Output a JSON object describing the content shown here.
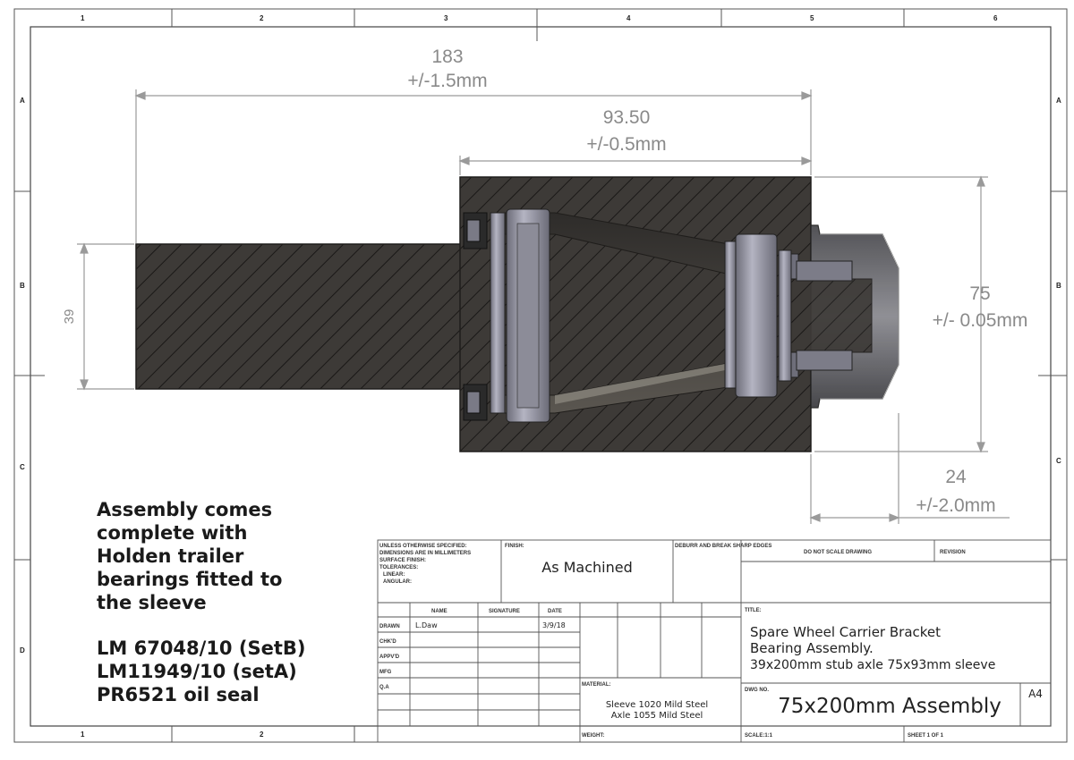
{
  "zones": {
    "columns": [
      "1",
      "2",
      "3",
      "4",
      "5",
      "6"
    ],
    "rows": [
      "A",
      "B",
      "C",
      "D"
    ]
  },
  "dimensions": {
    "overall_length": {
      "value": "183",
      "tolerance": "+/-1.5mm"
    },
    "sleeve_length": {
      "value": "93.50",
      "tolerance": "+/-0.5mm"
    },
    "sleeve_diameter": {
      "value": "75",
      "tolerance": "+/- 0.05mm"
    },
    "axle_diameter": {
      "value": "39"
    },
    "stub_protrusion": {
      "value": "24",
      "tolerance": "+/-2.0mm"
    }
  },
  "notes": {
    "lines": [
      "Assembly comes",
      "complete with",
      "Holden trailer",
      "bearings fitted to",
      "the sleeve"
    ],
    "parts": [
      "LM 67048/10 (SetB)",
      "LM11949/10 (setA)",
      "PR6521 oil seal"
    ]
  },
  "title_block": {
    "general_notes": [
      "UNLESS OTHERWISE SPECIFIED:",
      "DIMENSIONS ARE IN MILLIMETERS",
      "SURFACE FINISH:",
      "TOLERANCES:",
      "LINEAR:",
      "ANGULAR:"
    ],
    "finish_label": "FINISH:",
    "finish_value": "As Machined",
    "deburr_label": "DEBURR AND BREAK SHARP EDGES",
    "do_not_scale": "DO NOT SCALE DRAWING",
    "revision_label": "REVISION",
    "table_headers": [
      "NAME",
      "SIGNATURE",
      "DATE"
    ],
    "rows": [
      {
        "role": "DRAWN",
        "name": "L.Daw",
        "date": "3/9/18"
      },
      {
        "role": "CHK'D",
        "name": "",
        "date": ""
      },
      {
        "role": "APPV'D",
        "name": "",
        "date": ""
      },
      {
        "role": "MFG",
        "name": "",
        "date": ""
      },
      {
        "role": "Q.A",
        "name": "",
        "date": ""
      }
    ],
    "material_label": "MATERIAL:",
    "material_lines": [
      "Sleeve 1020 Mild Steel",
      "Axle 1055 Mild Steel"
    ],
    "weight_label": "WEIGHT:",
    "title_label": "TITLE:",
    "title_lines": [
      "Spare Wheel Carrier Bracket",
      "Bearing Assembly.",
      "39x200mm stub axle 75x93mm sleeve"
    ],
    "dwg_no_label": "DWG NO.",
    "dwg_no": "75x200mm Assembly",
    "size": "A4",
    "scale_label": "SCALE:1:1",
    "sheet_label": "SHEET 1 OF 1"
  }
}
